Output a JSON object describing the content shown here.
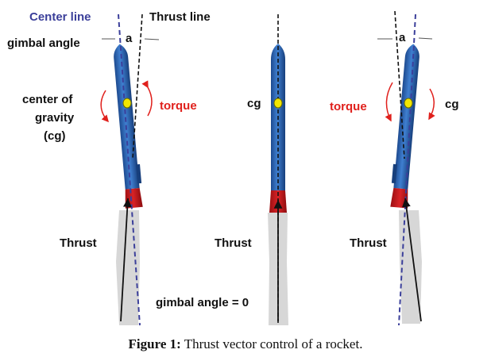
{
  "colors": {
    "rocket_body": "#2e63b0",
    "nozzle": "#c8171b",
    "plume": "#d7d7d7",
    "cg_marker": "#f2e600",
    "torque": "#e0201c",
    "center_line": "#3b3f9a",
    "thrust_line": "#111111"
  },
  "labels": {
    "center_line": "Center line",
    "thrust_line": "Thrust line",
    "gimbal_angle": "gimbal angle",
    "a_left": "a",
    "a_right": "a",
    "cg_left_1": "center of",
    "cg_left_2": "gravity",
    "cg_left_3": "(cg)",
    "torque_left": "torque",
    "cg_middle": "cg",
    "torque_right": "torque",
    "cg_right": "cg",
    "thrust_left": "Thrust",
    "thrust_middle": "Thrust",
    "thrust_right": "Thrust",
    "gimbal_zero": "gimbal angle = 0"
  },
  "caption": {
    "prefix": "Figure 1:",
    "text": " Thrust vector control of a rocket."
  }
}
